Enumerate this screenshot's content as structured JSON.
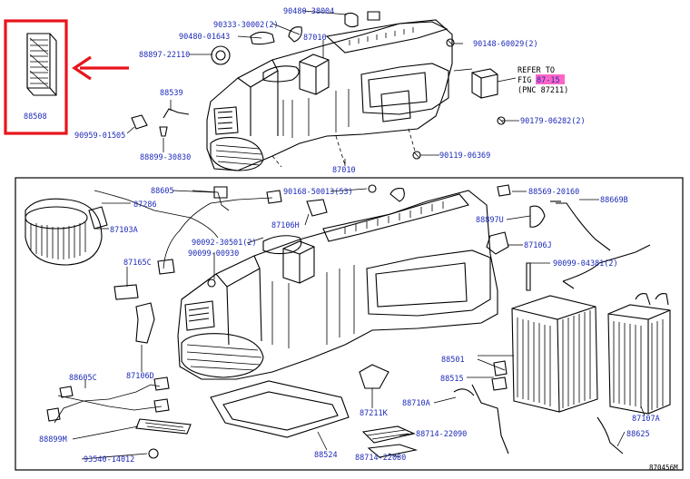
{
  "highlight": {
    "color": "#e8141c",
    "part": "88508"
  },
  "refer": {
    "line1": "REFER TO",
    "line2_prefix": "FIG ",
    "fig": "87-15",
    "fig_color": "#ff66c4",
    "line3": "(PNC 87211)"
  },
  "labels": {
    "p88508": "88508",
    "p90480_38004": "90480-38004",
    "p90333_30002": "90333-30002(2)",
    "p90480_01643": "90480-01643",
    "p87010_top": "87010",
    "p90148_60029": "90148-60029(2)",
    "p88897_22110": "88897-22110",
    "p88539": "88539",
    "p90959_01505": "90959-01505",
    "p88899_30830": "88899-30830",
    "p90179_06282": "90179-06282(2)",
    "p90119_06369": "90119-06369",
    "p87010_bottom": "87010",
    "p88605": "88605",
    "p87286": "87286",
    "p87103A": "87103A",
    "p90168_50013": "90168-50013(53)",
    "p88569_20160": "88569-20160",
    "p88669B": "88669B",
    "p88897U": "88897U",
    "p87106H": "87106H",
    "p87106J": "87106J",
    "p90092_30501": "90092-30501(2)",
    "p90099_00930": "90099-00930",
    "p90099_04381": "90099-04381(2)",
    "p87165C": "87165C",
    "p88501": "88501",
    "p87106D": "87106D",
    "p88515": "88515",
    "p88605C": "88605C",
    "p87211K": "87211K",
    "p88710A": "88710A",
    "p87107A": "87107A",
    "p88714_22090": "88714-22090",
    "p88625": "88625",
    "p88899M": "88899M",
    "p88524": "88524",
    "p93540_14012": "93540-14012",
    "p88714_22080": "88714-22080",
    "diagram_id": "870456M"
  }
}
